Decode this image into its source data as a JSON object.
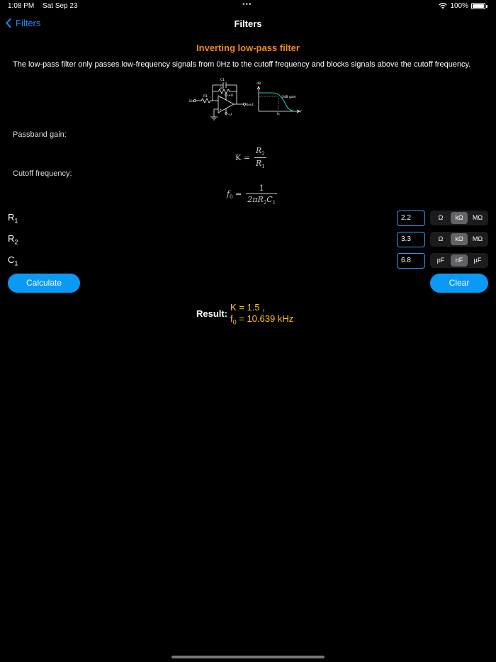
{
  "status": {
    "time": "1:08 PM",
    "date": "Sat Sep 23",
    "dots": "•••",
    "battery": "100%"
  },
  "nav": {
    "back_label": "Filters",
    "title": "Filters"
  },
  "filter": {
    "title": "Inverting low-pass filter",
    "description": "The low-pass filter only passes low-frequency signals from 0Hz to the cutoff frequency and blocks signals above the cutoff frequency."
  },
  "diagram": {
    "c1": "C1",
    "r2": "R2",
    "r1": "R1",
    "uin": "Uin",
    "plus_u": "+U",
    "minus_u": "-U",
    "uout": "Uout",
    "db": "dB",
    "gain_note": "-3dB gain",
    "fc": "fc",
    "f": "f"
  },
  "passband": {
    "label": "Passband gain:",
    "lhs": "K =",
    "num_var": "R",
    "num_sub": "2",
    "den_var": "R",
    "den_sub": "1"
  },
  "cutoff": {
    "label": "Cutoff frequency:",
    "lhs_var": "f",
    "lhs_sub": "0",
    "eq": "=",
    "num": "1",
    "den_prefix": "2πR",
    "den_sub1": "2",
    "den_mid": "C",
    "den_sub2": "1"
  },
  "params": [
    {
      "name": "R",
      "sub": "1",
      "value": "2.2",
      "units": [
        "Ω",
        "kΩ",
        "MΩ"
      ],
      "selected": "kΩ"
    },
    {
      "name": "R",
      "sub": "2",
      "value": "3.3",
      "units": [
        "Ω",
        "kΩ",
        "MΩ"
      ],
      "selected": "kΩ"
    },
    {
      "name": "C",
      "sub": "1",
      "value": "6.8",
      "units": [
        "pF",
        "nF",
        "µF"
      ],
      "selected": "nF"
    }
  ],
  "buttons": {
    "calculate": "Calculate",
    "clear": "Clear"
  },
  "result": {
    "label": "Result:",
    "k_line": "K = 1.5 ,",
    "f_var": "f",
    "f_sub": "0",
    "f_rest": " = 10.639 kHz"
  },
  "colors": {
    "accent": "#0a9af5",
    "title": "#f28a1c",
    "result": "#ffc20e"
  }
}
